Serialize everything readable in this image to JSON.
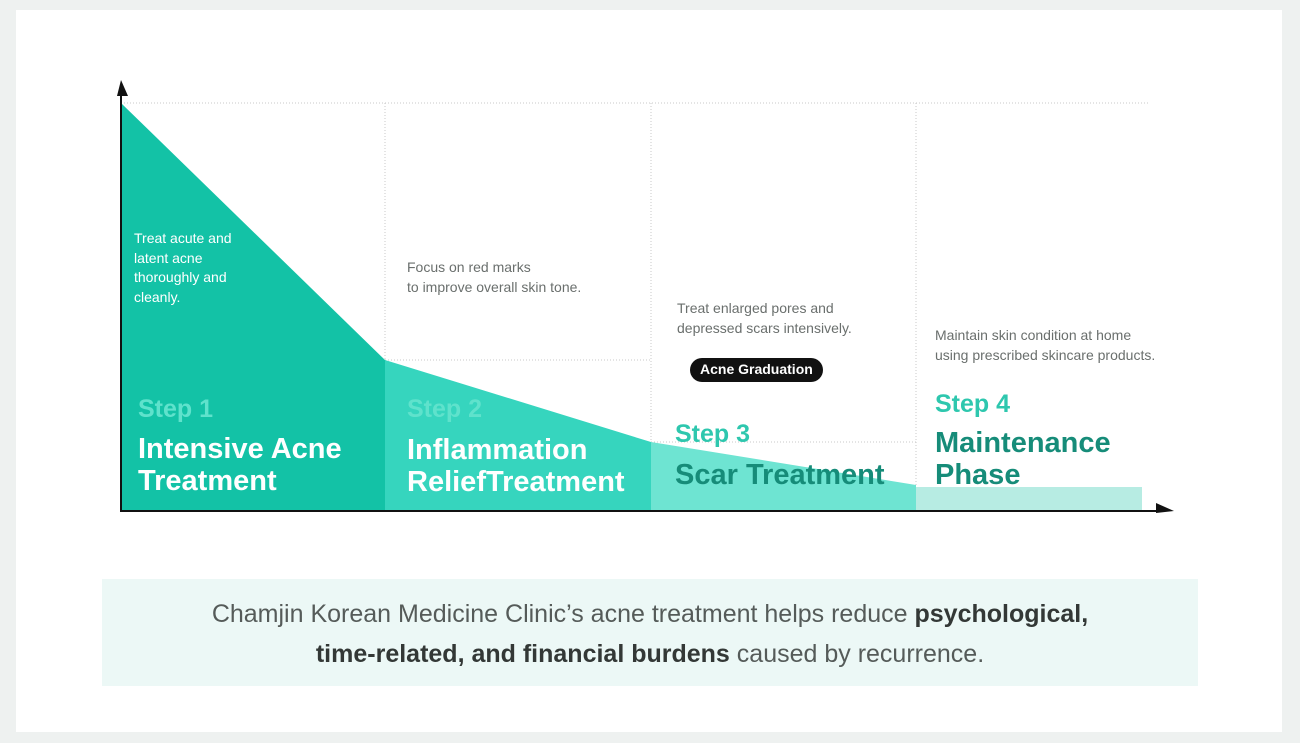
{
  "colors": {
    "step1": "#13c2a6",
    "step2": "#36d5be",
    "step3": "#6ee4d2",
    "step4": "#b7ece3",
    "label_light": "#5fe2cc",
    "label_dark": "#2ec7ae",
    "title_dark": "#168c79",
    "axis": "#111111"
  },
  "steps": [
    {
      "label": "Step 1",
      "title": "Intensive Acne\nTreatment",
      "description": "Treat acute and\nlatent acne\nthoroughly and\ncleanly."
    },
    {
      "label": "Step 2",
      "title": "Inflammation\nReliefTreatment",
      "description": "Focus on red marks\nto improve overall skin tone."
    },
    {
      "label": "Step 3",
      "title": "Scar Treatment",
      "description": "Treat enlarged pores and\ndepressed scars intensively.",
      "badge": "Acne Graduation"
    },
    {
      "label": "Step 4",
      "title": "Maintenance\nPhase",
      "description": "Maintain skin condition at home\nusing prescribed skincare products."
    }
  ],
  "summary": {
    "part1": "Chamjin Korean Medicine Clinic’s acne treatment helps reduce ",
    "bold1": "psychological,",
    "bold2": "time-related, and financial burdens",
    "part2": " caused by recurrence."
  }
}
